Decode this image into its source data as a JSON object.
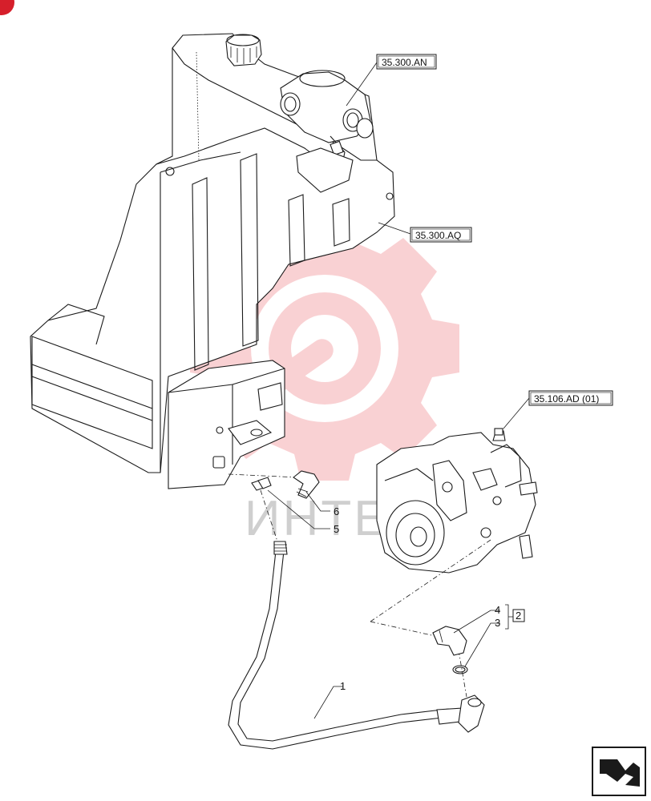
{
  "references": {
    "ref_tank_top": "35.300.AN",
    "ref_tank": "35.300.AQ",
    "ref_pump": "35.106.AD (01)"
  },
  "callouts": {
    "item_1": "1",
    "item_3": "3",
    "item_4": "4",
    "item_5": "5",
    "item_6": "6",
    "group_box": "2"
  },
  "watermark": {
    "text": "ИНТЕХ",
    "color": "#e8323c"
  },
  "corner_badge_color": "#d61f2b",
  "nav_icon": "next-page-arrow-icon"
}
